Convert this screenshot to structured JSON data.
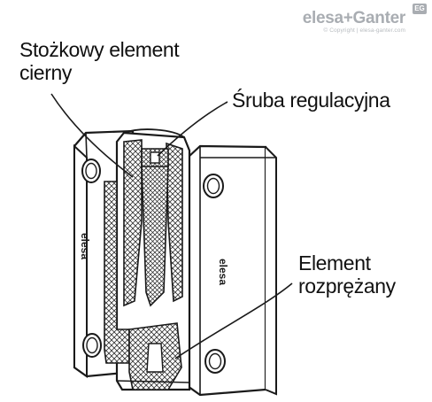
{
  "brand": {
    "logo_text": "elesa+Ganter",
    "copyright": "© Copyright | elesa-ganter.com",
    "badge": "EG",
    "color": "#a9adb2"
  },
  "labels": {
    "cone_element": {
      "line1": "Stożkowy element",
      "line2": "cierny"
    },
    "adjusting_screw": "Śruba regulacyjna",
    "expanding_element": {
      "line1": "Element",
      "line2": "rozprężany"
    }
  },
  "part_markings": {
    "left_leaf": "elesa",
    "right_leaf": "elesa"
  },
  "colors": {
    "line": "#1a1a1a",
    "body_fill": "#ffffff",
    "hatch": "#333333"
  }
}
